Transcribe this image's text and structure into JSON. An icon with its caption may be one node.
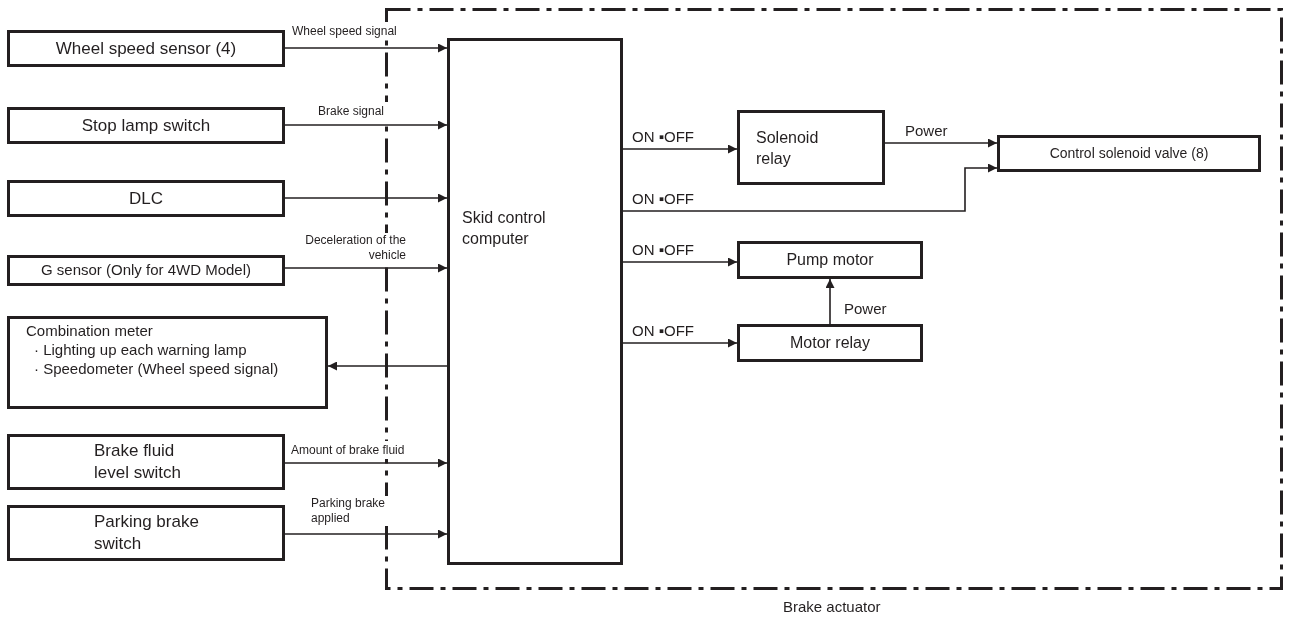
{
  "diagram": {
    "nodes": [
      {
        "text": [
          "Brake actuator"
        ]
      },
      {
        "text": [
          "Wheel speed sensor (4)"
        ]
      },
      {
        "text": [
          "Stop lamp switch"
        ]
      },
      {
        "text": [
          "DLC"
        ]
      },
      {
        "text": [
          "G sensor (Only for 4WD Model)"
        ]
      },
      {
        "text": [
          "Combination meter",
          "· Lighting up each warning lamp",
          "· Speedometer (Wheel speed signal)"
        ]
      },
      {
        "text": [
          "Brake fluid level switch"
        ]
      },
      {
        "text": [
          "Parking brake switch"
        ]
      },
      {
        "text": [
          "Skid control computer"
        ],
        "in": 0
      },
      {
        "text": [
          "Solenoid relay"
        ],
        "in": 0
      },
      {
        "text": [
          "Control solenoid valve (8)"
        ],
        "in": 0
      },
      {
        "text": [
          "Pump motor"
        ],
        "in": 0
      },
      {
        "text": [
          "Motor relay"
        ],
        "in": 0
      }
    ],
    "edges": [
      {
        "from": 1,
        "to": 8,
        "arrow": "to",
        "label": "Wheel speed signal"
      },
      {
        "from": 2,
        "to": 8,
        "arrow": "to",
        "label": "Brake signal"
      },
      {
        "from": 3,
        "to": 8,
        "arrow": "to"
      },
      {
        "from": 4,
        "to": 8,
        "arrow": "to",
        "label": "Deceleration of the vehicle"
      },
      {
        "from": 8,
        "to": 5,
        "arrow": "to"
      },
      {
        "from": 6,
        "to": 8,
        "arrow": "to",
        "label": "Amount of brake fluid"
      },
      {
        "from": 7,
        "to": 8,
        "arrow": "to",
        "label": "Parking brake applied"
      },
      {
        "from": 8,
        "to": 9,
        "arrow": "to",
        "label": "ON ▪OFF"
      },
      {
        "from": 9,
        "to": 10,
        "arrow": "to",
        "label": "Power"
      },
      {
        "from": 8,
        "to": 10,
        "arrow": "to",
        "label": "ON ▪OFF"
      },
      {
        "from": 8,
        "to": 11,
        "arrow": "to",
        "label": "ON ▪OFF"
      },
      {
        "from": 12,
        "to": 11,
        "arrow": "to",
        "label": "Power"
      },
      {
        "from": 8,
        "to": 12,
        "arrow": "to",
        "label": "ON ▪OFF"
      }
    ]
  }
}
